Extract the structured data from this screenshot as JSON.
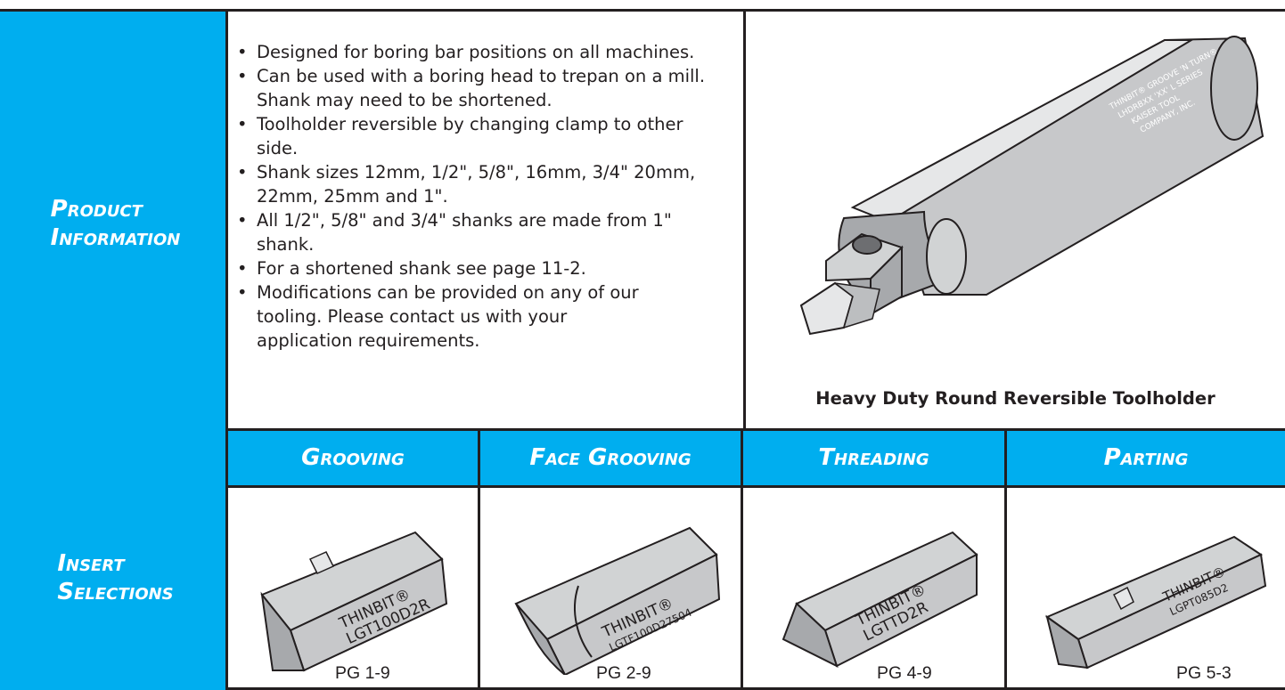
{
  "product_information": {
    "label_line1": "Product",
    "label_line2": "Information",
    "bullets": [
      "Designed for boring bar positions on all machines.",
      "Can be used with a boring head to trepan on a mill.  Shank may need to be shortened.",
      "Toolholder reversible by changing clamp to other side.",
      "Shank sizes 12mm, 1/2\", 5/8\", 16mm, 3/4\" 20mm, 22mm, 25mm and 1\".",
      "All 1/2\", 5/8\" and 3/4\" shanks are made from 1\" shank.",
      "For a shortened shank see page 11-2.",
      "Modifications can be provided on any of our tooling.  Please contact us with your application requirements."
    ],
    "image_caption": "Heavy Duty Round Reversible Toolholder",
    "holder_engraving": [
      "THINBIT® GROOVE 'N TURN®",
      "LHDRBXX 'XX' L SERIES",
      "KAISER TOOL",
      "COMPANY, INC."
    ]
  },
  "insert_selections": {
    "label_line1": "Insert",
    "label_line2": "Selections",
    "columns": [
      {
        "tab": "Grooving",
        "insert_brand": "THINBIT®",
        "insert_code": "LGT100D2R",
        "page_ref": "PG 1-9"
      },
      {
        "tab": "Face Grooving",
        "insert_brand": "THINBIT®",
        "insert_code": "LGTF100D27504",
        "page_ref": "PG 2-9"
      },
      {
        "tab": "Threading",
        "insert_brand": "THINBIT®",
        "insert_code": "LGTTD2R",
        "page_ref": "PG 4-9"
      },
      {
        "tab": "Parting",
        "insert_brand": "THINBIT®",
        "insert_code": "LGPT085D2",
        "page_ref": "PG 5-3"
      }
    ]
  },
  "colors": {
    "accent": "#00aeef",
    "border": "#231f20",
    "metal": "#c7c8ca"
  }
}
